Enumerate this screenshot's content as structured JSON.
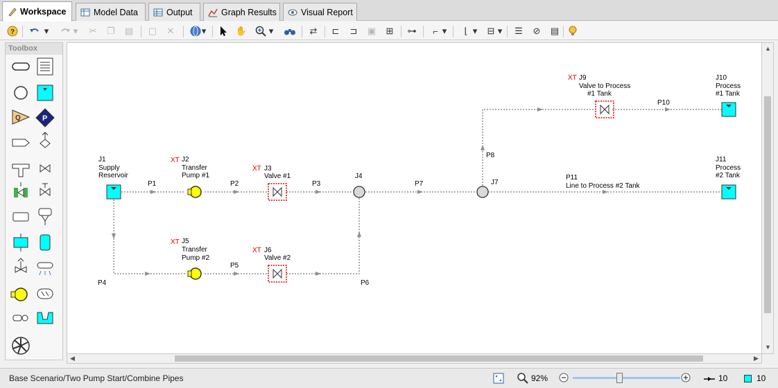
{
  "tabs": [
    {
      "label": "Workspace",
      "active": true
    },
    {
      "label": "Model Data"
    },
    {
      "label": "Output"
    },
    {
      "label": "Graph Results"
    },
    {
      "label": "Visual Report"
    }
  ],
  "toolbox": {
    "title": "Toolbox"
  },
  "diagram": {
    "junctions": [
      {
        "id": "J1",
        "lines": [
          "Supply",
          "Reservoir"
        ]
      },
      {
        "id": "J2",
        "xt": "XT",
        "lines": [
          "Transfer",
          "Pump #1"
        ]
      },
      {
        "id": "J3",
        "xt": "XT",
        "lines": [
          "Valve #1"
        ]
      },
      {
        "id": "J4",
        "lines": []
      },
      {
        "id": "J5",
        "xt": "XT",
        "lines": [
          "Transfer",
          "Pump #2"
        ]
      },
      {
        "id": "J6",
        "xt": "XT",
        "lines": [
          "Valve #2"
        ]
      },
      {
        "id": "J7",
        "lines": []
      },
      {
        "id": "J9",
        "xt": "XT",
        "lines": [
          "Valve to Process",
          "#1 Tank"
        ]
      },
      {
        "id": "J10",
        "lines": [
          "Process",
          "#1 Tank"
        ]
      },
      {
        "id": "J11",
        "lines": [
          "Process",
          "#2 Tank"
        ]
      }
    ],
    "pipes": [
      "P1",
      "P2",
      "P3",
      "P4",
      "P5",
      "P6",
      "P7",
      "P8",
      "P10",
      "P11"
    ],
    "p11_name": "Line to Process #2 Tank"
  },
  "statusbar": {
    "scenario": "Base Scenario/Two Pump Start/Combine Pipes",
    "zoom": "92%",
    "pipe_count": "10",
    "junction_count": "10"
  },
  "colors": {
    "tank": "#00ffff",
    "pump": "#ffff00",
    "valve_box": "#e00000",
    "pipe": "#909090",
    "xt": "#e00000"
  }
}
